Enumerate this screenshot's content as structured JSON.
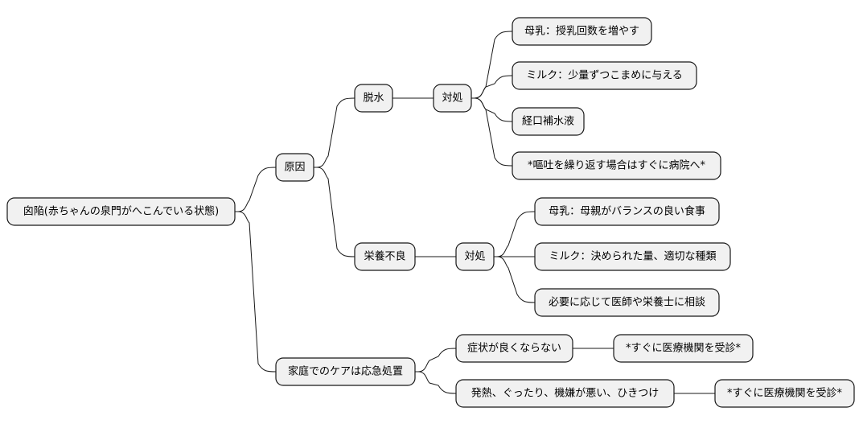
{
  "colors": {
    "node_fill": "#f1f1f1",
    "node_stroke": "#181818",
    "edge": "#181818",
    "text": "#000000"
  },
  "nodes": {
    "root": "囟陥(赤ちゃんの泉門がへこんでいる状態)",
    "cause": "原因",
    "dehydration": "脱水",
    "dehydration_care": "対処",
    "d1": "母乳：授乳回数を増やす",
    "d2": "ミルク：少量ずつこまめに与える",
    "d3": "経口補水液",
    "d4": "*嘔吐を繰り返す場合はすぐに病院へ*",
    "malnutrition": "栄養不良",
    "malnutrition_care": "対処",
    "m1": "母乳：母親がバランスの良い食事",
    "m2": "ミルク：決められた量、適切な種類",
    "m3": "必要に応じて医師や栄養士に相談",
    "homecare": "家庭でのケアは応急処置",
    "h1": "症状が良くならない",
    "h1a": "*すぐに医療機関を受診*",
    "h2": "発熱、ぐったり、機嫌が悪い、ひきつけ",
    "h2a": "*すぐに医療機関を受診*"
  }
}
